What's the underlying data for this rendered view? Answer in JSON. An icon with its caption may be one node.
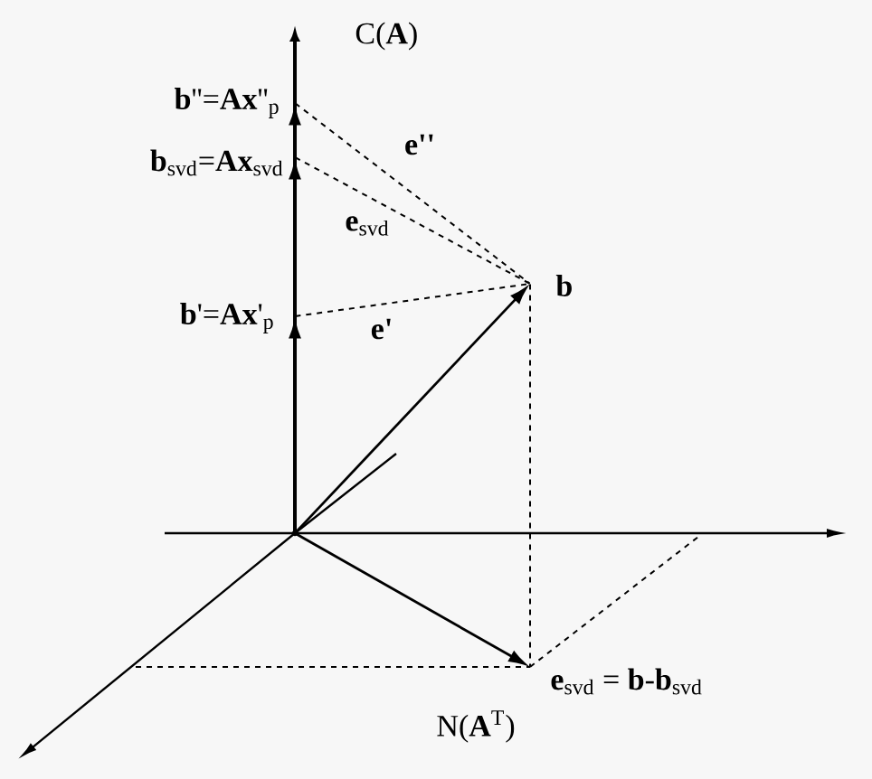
{
  "diagram": {
    "nodes": [
      {
        "text": [],
        "shape": "point"
      },
      {
        "text": [],
        "shape": "point",
        "beside": [
          "**b**''=**Ax**''$_{p}$"
        ]
      },
      {
        "text": [],
        "shape": "point",
        "beside": [
          "**b**$_{svd}$=**Ax**$_{svd}$"
        ]
      },
      {
        "text": [],
        "shape": "point",
        "beside": [
          "**b**'=**Ax**'$_{p}$"
        ]
      },
      {
        "text": [],
        "shape": "point",
        "beside": [
          "b"
        ]
      },
      {
        "text": [],
        "shape": "point",
        "beside": [
          "**e**$_{svd}$ = **b**-**b**$_{svd}$"
        ]
      }
    ],
    "edges": [
      {
        "from": 0,
        "to": 1,
        "arrow": "to"
      },
      {
        "from": 0,
        "to": 2,
        "arrow": "to"
      },
      {
        "from": 0,
        "to": 3,
        "arrow": "to"
      },
      {
        "from": 0,
        "to": 4,
        "arrow": "to"
      },
      {
        "from": 0,
        "to": 5,
        "arrow": "to"
      },
      {
        "from": 1,
        "to": 4,
        "arrow": "none",
        "style": "dashed",
        "label": "e''"
      },
      {
        "from": 2,
        "to": 4,
        "arrow": "none",
        "style": "dashed",
        "label": "**e**$_{svd}$"
      },
      {
        "from": 3,
        "to": 4,
        "arrow": "none",
        "style": "dashed",
        "label": "e'"
      },
      {
        "from": 4,
        "to": 5,
        "arrow": "none",
        "style": "dashed"
      }
    ],
    "labels": [
      "C(**A**)",
      "N(**A**$^{T}$)"
    ]
  }
}
